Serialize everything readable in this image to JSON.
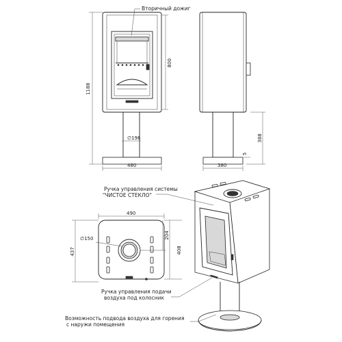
{
  "labels": {
    "secondary_burn": "Вторичный дожиг",
    "clean_glass_line1": "Ручка управления системы",
    "clean_glass_line2": "\"ЧИСТОЕ СТЕКЛО\"",
    "air_under_grate_line1": "Ручка управления подачи",
    "air_under_grate_line2": "воздуха под колосник",
    "outside_air_line1": "Возможность подвода воздуха для горения",
    "outside_air_line2": "с наружи помещения"
  },
  "dimensions": {
    "total_height": "1188",
    "body_height": "800",
    "pipe_diameter": "∅196",
    "front_width": "480",
    "side_depth": "380",
    "leg_height": "388",
    "base_thickness": "5",
    "top_width": "490",
    "flue_diameter": "∅150",
    "top_depth": "437",
    "top_inner_depth": "408",
    "flue_offset": "204"
  }
}
